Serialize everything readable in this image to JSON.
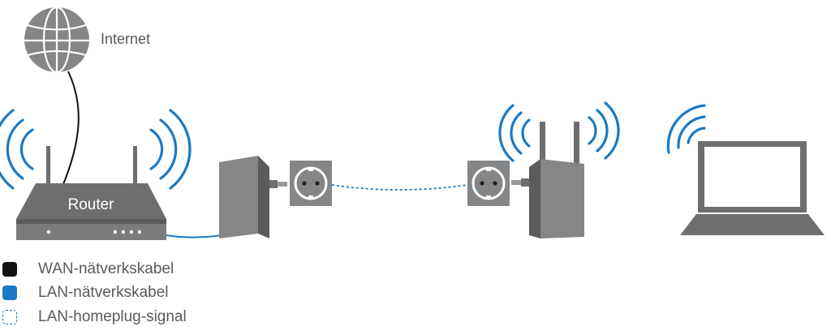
{
  "nodes": {
    "internet_label": "Internet",
    "router_label": "Router"
  },
  "legend": [
    {
      "label": "WAN-nätverkskabel",
      "style": "solid",
      "color": "#111111"
    },
    {
      "label": "LAN-nätverkskabel",
      "style": "solid",
      "color": "#1a7ac4"
    },
    {
      "label": "LAN-homeplug-signal",
      "style": "dashed",
      "color": "#1a7ac4"
    }
  ],
  "colors": {
    "device_gray": "#6d6e70",
    "device_dark": "#4f5052",
    "socket_gray": "#858688",
    "wifi_blue": "#1a7ac4",
    "cable_black": "#111111",
    "text_gray": "#5a5a5a"
  }
}
